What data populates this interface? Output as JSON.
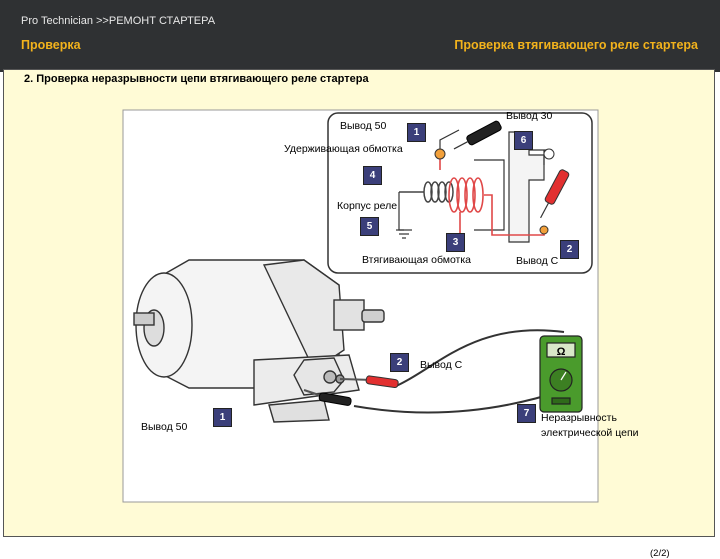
{
  "header": {
    "app_title": "Pro  Technician >>РЕМОНТ СТАРТЕРА",
    "section_left": "Проверка",
    "section_right": "Проверка втягивающего реле стартера"
  },
  "subtitle": "2. Проверка неразрывности цепи втягивающего реле стартера",
  "inset_labels": {
    "terminal_50": "Вывод 50",
    "terminal_30": "Вывод 30",
    "hold_coil": "Удерживающая обмотка",
    "body": "Корпус реле",
    "pull_coil": "Втягивающая обмотка",
    "terminal_c": "Вывод С"
  },
  "main_labels": {
    "terminal_c": "Вывод С",
    "terminal_50": "Вывод 50",
    "continuity": "Неразрывность\nэлектрической цепи"
  },
  "markers": {
    "m1": "1",
    "m2": "2",
    "m3": "3",
    "m4": "4",
    "m5": "5",
    "m6": "6",
    "m7": "7"
  },
  "page_indicator": "(2/2)",
  "colors": {
    "header_bg": "#2f3133",
    "accent": "#f2b21c",
    "background": "#fffbd6",
    "coil_red": "#e04848",
    "meter_green": "#4a9b2c",
    "marker_blue": "#3b3f7a"
  }
}
